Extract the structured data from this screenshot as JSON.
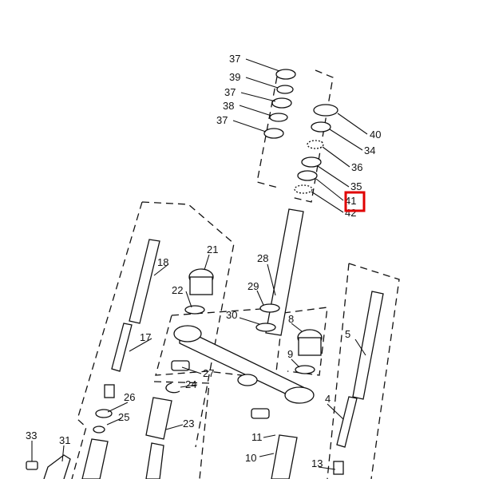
{
  "diagram": {
    "title": "Steering / front fork exploded parts diagram",
    "labels": [
      "37",
      "39",
      "37",
      "38",
      "37",
      "40",
      "34",
      "36",
      "35",
      "41",
      "42",
      "21",
      "18",
      "28",
      "22",
      "29",
      "30",
      "8",
      "5",
      "17",
      "9",
      "27",
      "24",
      "26",
      "4",
      "25",
      "23",
      "33",
      "31",
      "11",
      "10",
      "13"
    ],
    "highlighted_label": "41",
    "highlight_color": "#e00000"
  }
}
